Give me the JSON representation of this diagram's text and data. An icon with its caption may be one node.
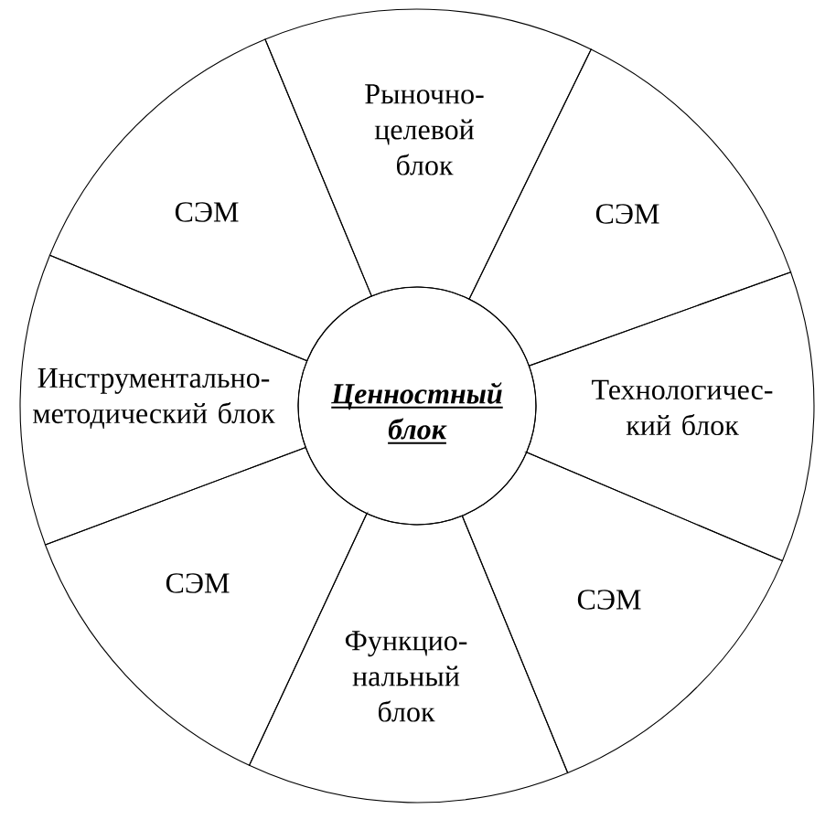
{
  "diagram": {
    "nodes": [
      {
        "text": [
          "Рыночно-целевой блок"
        ]
      },
      {
        "text": [
          "СЭМ"
        ]
      },
      {
        "text": [
          "СЭМ"
        ]
      },
      {
        "text": [
          "Инструментально-методический блок"
        ]
      },
      {
        "text": [
          "Ценностный блок"
        ]
      },
      {
        "text": [
          "Технологичес-кий блок"
        ]
      },
      {
        "text": [
          "СЭМ"
        ]
      },
      {
        "text": [
          "СЭМ"
        ]
      },
      {
        "text": [
          "Функцио-нальный блок"
        ]
      }
    ]
  }
}
